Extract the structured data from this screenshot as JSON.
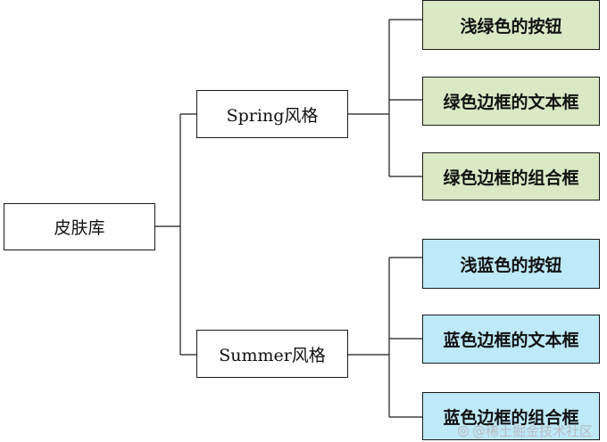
{
  "diagram": {
    "type": "tree",
    "root": {
      "label": "皮肤库"
    },
    "branches": [
      {
        "label": "Spring风格",
        "children": [
          {
            "label": "浅绿色的按钮"
          },
          {
            "label": "绿色边框的文本框"
          },
          {
            "label": "绿色边框的组合框"
          }
        ]
      },
      {
        "label": "Summer风格",
        "children": [
          {
            "label": "浅蓝色的按钮"
          },
          {
            "label": "蓝色边框的文本框"
          },
          {
            "label": "蓝色边框的组合框"
          }
        ]
      }
    ]
  },
  "colors": {
    "spring_leaf_fill": "#d9e9c4",
    "summer_leaf_fill": "#bde9f8",
    "line": "#1a1a1a",
    "border": "#1a1a1a"
  },
  "watermark": {
    "text": "@稀土掘金技术社区",
    "icon": "at-icon"
  }
}
